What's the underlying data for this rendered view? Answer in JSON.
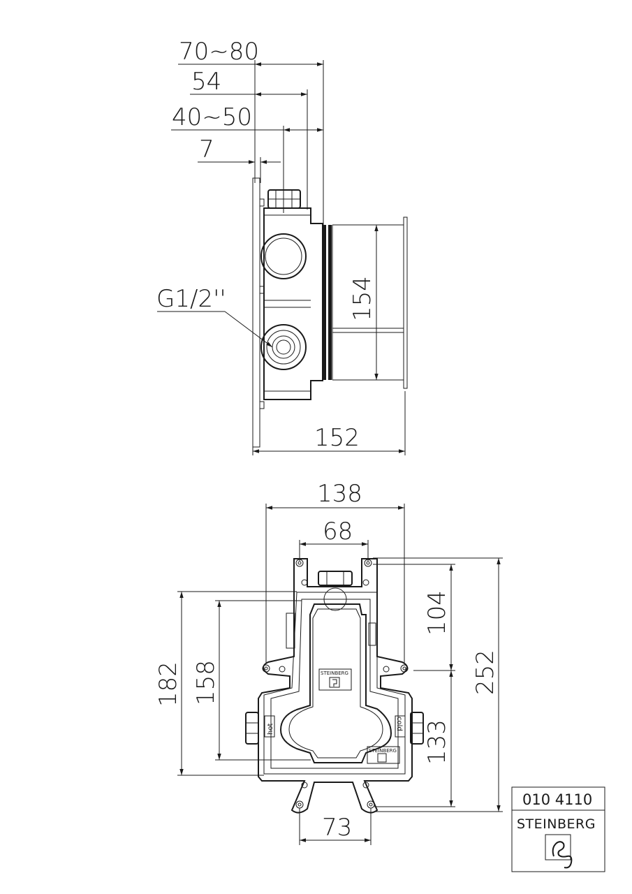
{
  "side_view": {
    "dim_70_80": "70~80",
    "dim_54": "54",
    "dim_40_50": "40~50",
    "dim_7": "7",
    "thread": "G1/2''",
    "dim_154": "154",
    "dim_152": "152"
  },
  "front_view": {
    "dim_138": "138",
    "dim_68": "68",
    "dim_104": "104",
    "dim_252": "252",
    "dim_182": "182",
    "dim_158": "158",
    "dim_133": "133",
    "dim_73": "73",
    "label_hot": "hot",
    "label_cold": "cold",
    "brand_small": "STEINBERG"
  },
  "title_block": {
    "article_number": "010 4110",
    "brand": "STEINBERG"
  }
}
